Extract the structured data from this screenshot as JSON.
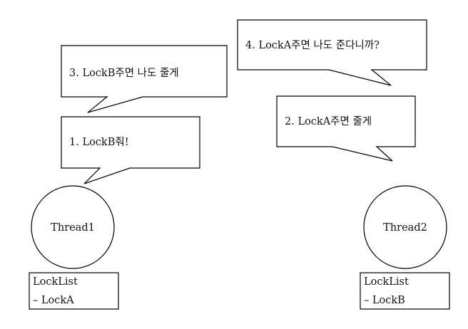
{
  "bubbles": {
    "thread1_msg3": "3. LockB주면 나도 줄게",
    "thread1_msg1": "1. LockB줘!",
    "thread2_msg4": "4. LockA주면 나도 준다니까?",
    "thread2_msg2": "2. LockA주면 줄게"
  },
  "threads": {
    "thread1": {
      "name": "Thread1",
      "lock_title": "LockList",
      "lock_item": "– LockA"
    },
    "thread2": {
      "name": "Thread2",
      "lock_title": "LockList",
      "lock_item": "– LockB"
    }
  }
}
